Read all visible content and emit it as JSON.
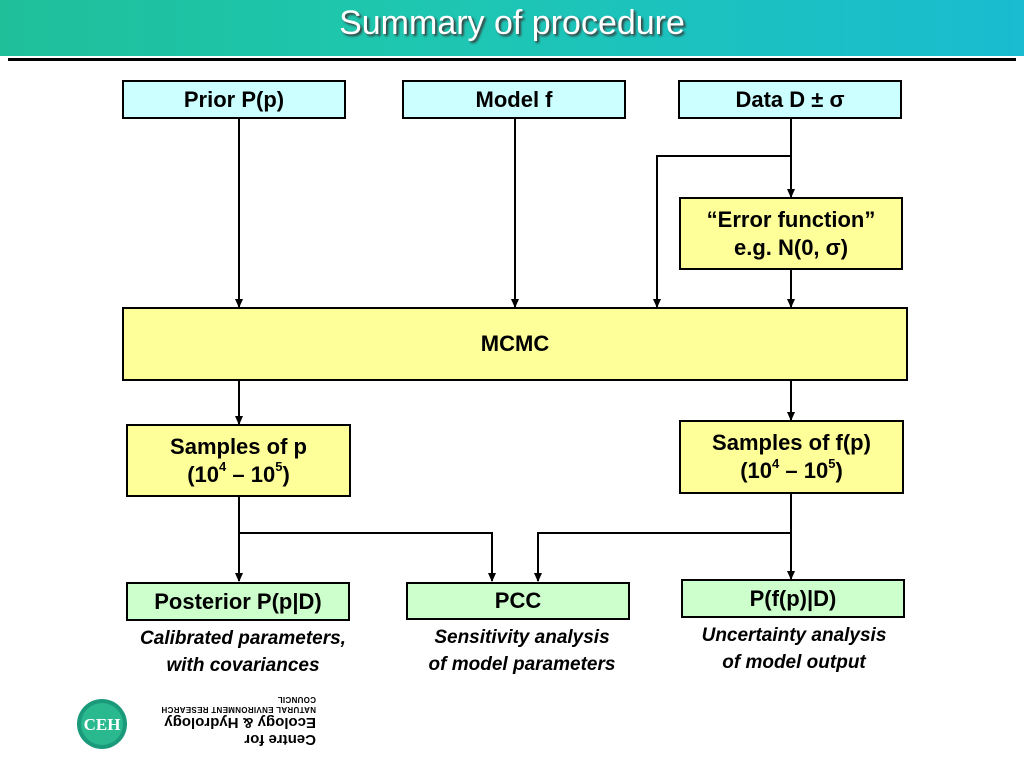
{
  "title": "Summary of procedure",
  "boxes": {
    "prior": "Prior P(p)",
    "model": "Model f",
    "data": "Data D ± σ",
    "error_line1": "“Error function”",
    "error_line2": "e.g. N(0, σ)",
    "mcmc": "MCMC",
    "samples_p_line1": "Samples of p",
    "samples_fp_line1": "Samples of f(p)",
    "range_open": "(10",
    "range_exp_low": "4",
    "range_dash": " – 10",
    "range_exp_high": "5",
    "range_close": ")",
    "posterior": "Posterior P(p|D)",
    "pcc": "PCC",
    "pf": "P(f(p)|D)"
  },
  "captions": {
    "posterior_line1": "Calibrated parameters,",
    "posterior_line2": "with covariances",
    "pcc_line1": "Sensitivity analysis",
    "pcc_line2": "of model parameters",
    "pf_line1": "Uncertainty analysis",
    "pf_line2": "of model output"
  },
  "logo": {
    "abbrev": "CEH",
    "line_small": "NATURAL ENVIRONMENT RESEARCH COUNCIL",
    "line_big1": "Ecology & Hydrology",
    "line_big2": "Centre for"
  },
  "colors": {
    "input_box": "#ccffff",
    "process_box": "#ffff99",
    "output_box": "#ccffcc",
    "title_bar": "#1ec7b0"
  }
}
